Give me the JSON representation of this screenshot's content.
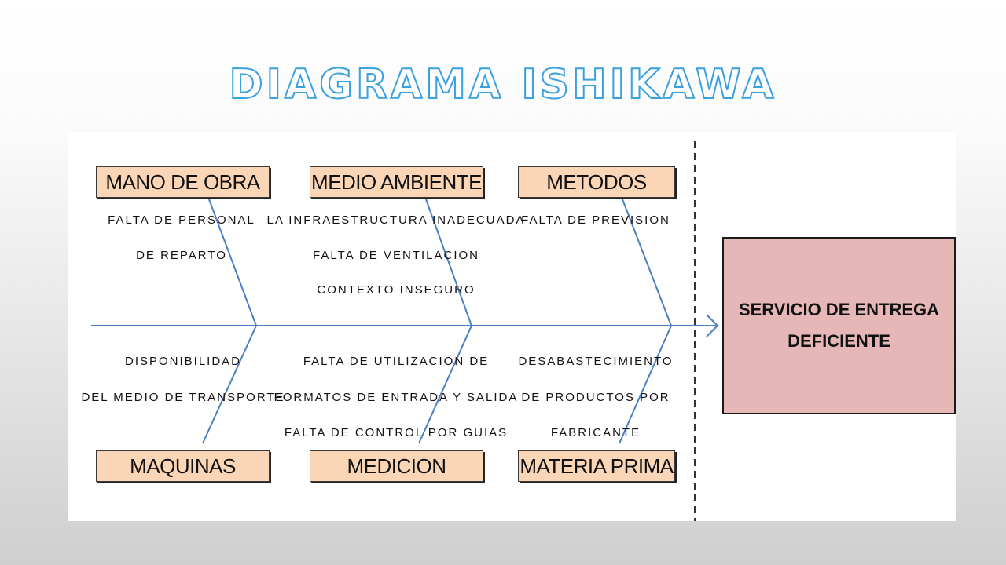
{
  "title": "DIAGRAMA ISHIKAWA",
  "categories": {
    "mano_de_obra": "MANO DE OBRA",
    "medio_ambiente": "MEDIO AMBIENTE",
    "metodos": "METODOS",
    "maquinas": "MAQUINAS",
    "medicion": "MEDICION",
    "materia_prima": "MATERIA PRIMA"
  },
  "causes": {
    "mano_de_obra": [
      "FALTA DE PERSONAL",
      "DE REPARTO"
    ],
    "medio_ambiente": [
      "LA INFRAESTRUCTURA INADECUADA",
      "FALTA DE VENTILACION",
      "CONTEXTO INSEGURO"
    ],
    "metodos": [
      "FALTA DE PREVISION"
    ],
    "maquinas": [
      "DISPONIBILIDAD",
      "DEL MEDIO DE TRANSPORTE"
    ],
    "medicion": [
      "FALTA DE UTILIZACION DE",
      "FORMATOS DE ENTRADA Y SALIDA",
      "FALTA DE CONTROL POR GUIAS"
    ],
    "materia_prima": [
      "DESABASTECIMIENTO",
      "DE PRODUCTOS POR",
      "FABRICANTE"
    ]
  },
  "effect": [
    "SERVICIO DE ENTREGA",
    "DEFICIENTE"
  ],
  "colors": {
    "title_outline": "#3aa0df",
    "category_fill": "#fad6b6",
    "effect_fill": "#e5b7b7",
    "bone": "#4a7fc1"
  }
}
